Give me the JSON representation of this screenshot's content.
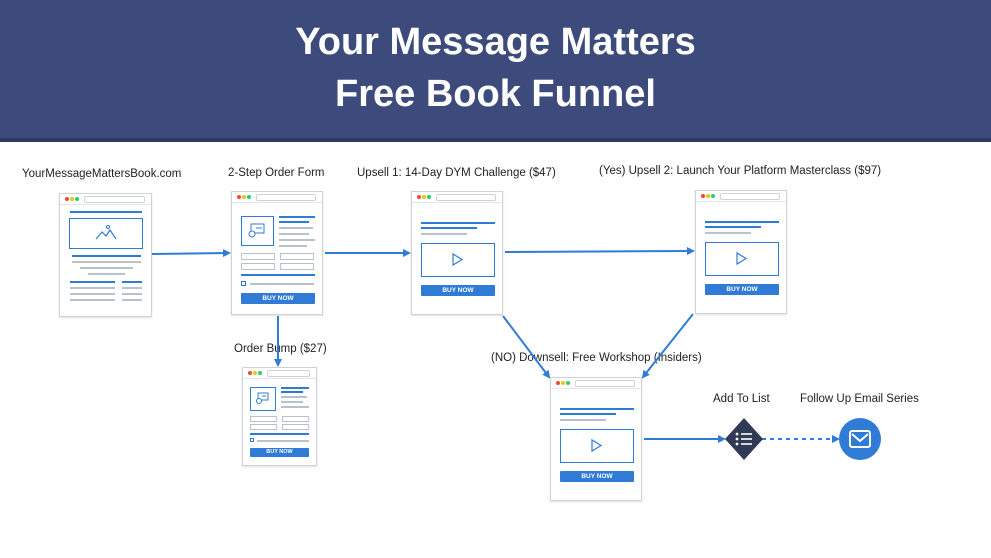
{
  "header": {
    "title_line1": "Your Message Matters",
    "title_line2": "Free Book Funnel",
    "background": "#3d4a7c"
  },
  "steps": {
    "landing": {
      "label": "YourMessageMattersBook.com"
    },
    "order_form": {
      "label": "2-Step Order Form",
      "button": "BUY NOW"
    },
    "order_bump": {
      "label": "Order Bump ($27)",
      "button": "BUY NOW"
    },
    "upsell1": {
      "label": "Upsell 1: 14-Day DYM Challenge ($47)",
      "button": "BUY NOW"
    },
    "upsell2": {
      "label": "(Yes) Upsell 2: Launch Your Platform Masterclass ($97)",
      "button": "BUY NOW"
    },
    "downsell": {
      "label": "(NO) Downsell: Free Workshop (Insiders)",
      "button": "BUY NOW"
    },
    "add_to_list": {
      "label": "Add To List",
      "icon": "list-icon"
    },
    "email_series": {
      "label": "Follow Up Email Series",
      "icon": "email-icon"
    }
  },
  "colors": {
    "accent": "#2f7bd6",
    "node_dark": "#2f3a55"
  }
}
